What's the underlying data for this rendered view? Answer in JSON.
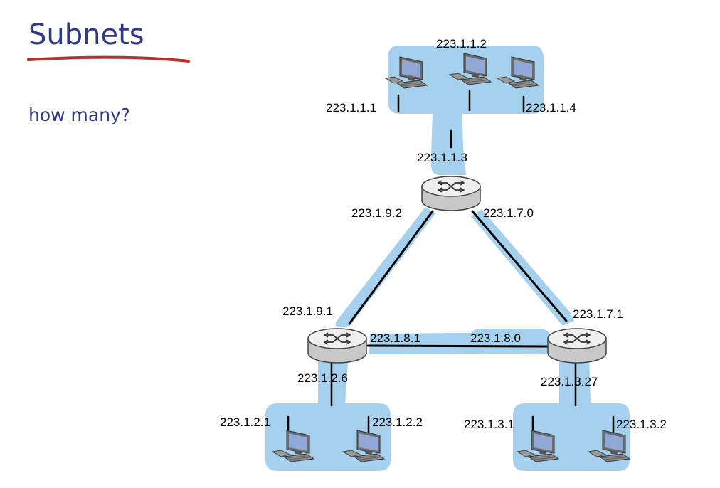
{
  "slide": {
    "title": "Subnets",
    "subtitle": "how many?",
    "colors": {
      "title": "#2e3a87",
      "underline": "#b83229",
      "subnet_fill": "#a6d1ee"
    }
  },
  "addresses": {
    "top_host_left": "223.1.1.1",
    "top_host_middle": "223.1.1.2",
    "top_host_right": "223.1.1.4",
    "top_router": "223.1.1.3",
    "top_router_left_link": "223.1.9.2",
    "top_router_right_link": "223.1.7.0",
    "left_router_up_link": "223.1.9.1",
    "left_router_right_link": "223.1.8.1",
    "right_router_left_link": "223.1.8.0",
    "right_router_up_link": "223.1.7.1",
    "left_router_lan": "223.1.2.6",
    "right_router_lan": "223.1.3.27",
    "bottom_left_host_1": "223.1.2.1",
    "bottom_left_host_2": "223.1.2.2",
    "bottom_right_host_1": "223.1.3.1",
    "bottom_right_host_2": "223.1.3.2"
  }
}
